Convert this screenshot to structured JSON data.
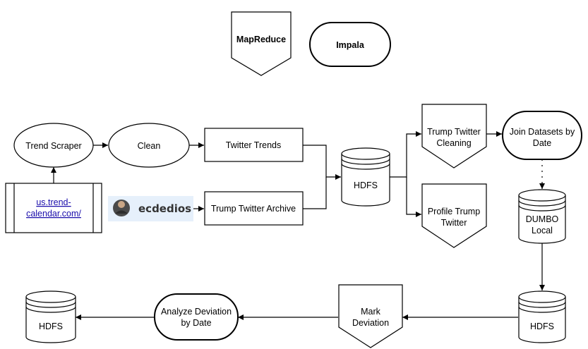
{
  "legend": {
    "mapreduce": "MapReduce",
    "impala": "Impala"
  },
  "nodes": {
    "trend_scraper": "Trend Scraper",
    "clean": "Clean",
    "twitter_trends": "Twitter Trends",
    "trend_calendar_link": [
      "us.trend-",
      "calendar.com/"
    ],
    "ecdedios_badge": "ecdedios",
    "trump_twitter_archive": "Trump Twitter Archive",
    "hdfs_1": "HDFS",
    "trump_twitter_cleaning": [
      "Trump Twitter",
      "Cleaning"
    ],
    "profile_trump_twitter": [
      "Profile Trump",
      "Twitter"
    ],
    "join_datasets": [
      "Join Datasets by",
      "Date"
    ],
    "dumbo_local": [
      "DUMBO",
      "Local"
    ],
    "hdfs_2": "HDFS",
    "mark_deviation": [
      "Mark",
      "Deviation"
    ],
    "analyze_deviation": [
      "Analyze Deviation",
      "by Date"
    ],
    "hdfs_3": "HDFS"
  },
  "colors": {
    "stroke": "#000000",
    "link": "#1a0dab",
    "badge_bg": "#e6f0fb"
  }
}
